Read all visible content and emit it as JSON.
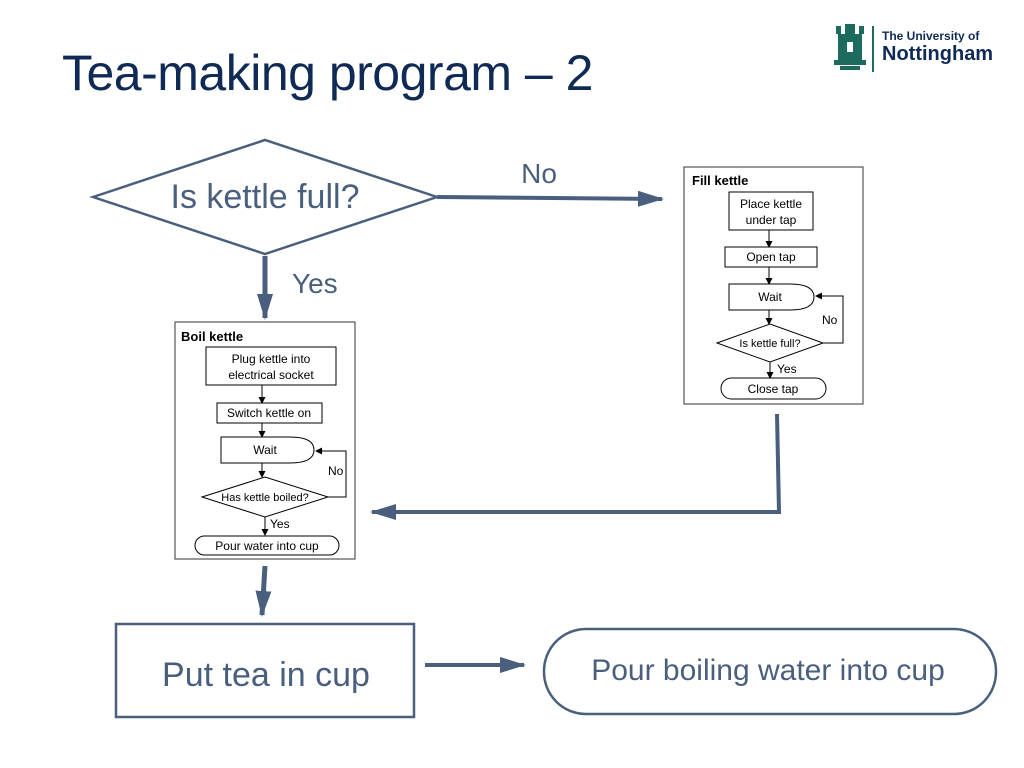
{
  "slide": {
    "title": "Tea-making program – 2"
  },
  "logo": {
    "line1": "The University of",
    "line2": "Nottingham",
    "icon": "castle-icon"
  },
  "colors": {
    "title": "#0f2a55",
    "shape_stroke": "#4a5f7d",
    "arrow": "#4a5f7d",
    "label": "#4a5f7d"
  },
  "main_flow": {
    "decision": "Is kettle full?",
    "no_label": "No",
    "yes_label": "Yes",
    "put_tea": "Put tea in cup",
    "pour_boiling": "Pour boiling water into cup"
  },
  "boil_kettle": {
    "title": "Boil kettle",
    "step1": "Plug kettle into electrical socket",
    "step1_line1": "Plug kettle into",
    "step1_line2": "electrical socket",
    "step2": "Switch kettle on",
    "wait": "Wait",
    "decision": "Has kettle boiled?",
    "no_label": "No",
    "yes_label": "Yes",
    "end": "Pour water into cup"
  },
  "fill_kettle": {
    "title": "Fill kettle",
    "step1": "Place kettle under tap",
    "step1_line1": "Place kettle",
    "step1_line2": "under tap",
    "step2": "Open tap",
    "wait": "Wait",
    "decision": "Is kettle full?",
    "no_label": "No",
    "yes_label": "Yes",
    "end": "Close tap"
  }
}
